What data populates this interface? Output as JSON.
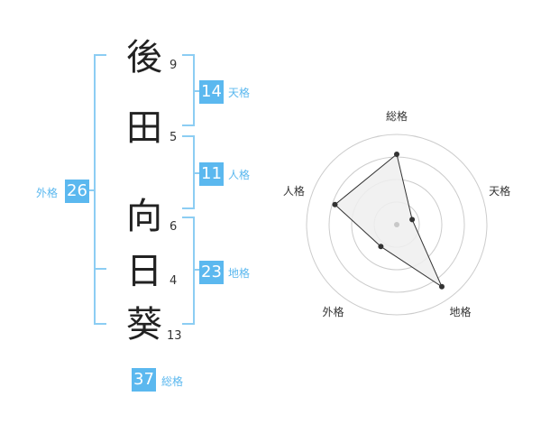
{
  "name": {
    "characters": [
      {
        "char": "後",
        "strokes": "9"
      },
      {
        "char": "田",
        "strokes": "5"
      },
      {
        "char": "向",
        "strokes": "6"
      },
      {
        "char": "日",
        "strokes": "4"
      },
      {
        "char": "葵",
        "strokes": "13"
      }
    ]
  },
  "scores": {
    "tenkaku": {
      "value": "14",
      "label": "天格"
    },
    "jinkaku": {
      "value": "11",
      "label": "人格"
    },
    "chikaku": {
      "value": "23",
      "label": "地格"
    },
    "gaikaku": {
      "value": "26",
      "label": "外格"
    },
    "soukaku": {
      "value": "37",
      "label": "総格"
    }
  },
  "colors": {
    "accent": "#5bb8ef",
    "bracket": "#8ccdf3",
    "radar_fill": "#eeeeee",
    "radar_line": "#333333",
    "ring": "#cccccc"
  },
  "chart_data": {
    "type": "radar",
    "axes": [
      "総格",
      "天格",
      "地格",
      "外格",
      "人格"
    ],
    "values": [
      0.78,
      0.18,
      0.85,
      0.3,
      0.72
    ],
    "center_marker": true,
    "grid": "concentric circles",
    "ring_count": 4
  }
}
